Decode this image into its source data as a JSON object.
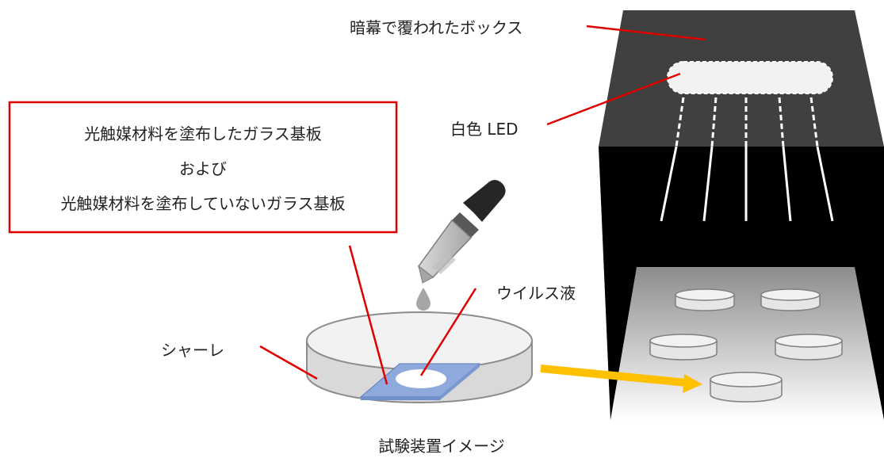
{
  "labels": {
    "box": "暗幕で覆われたボックス",
    "led": "白色 LED",
    "glass_line1": "光触媒材料を塗布したガラス基板",
    "glass_line2": "および",
    "glass_line3": "光触媒材料を塗布していないガラス基板",
    "virus": "ウイルス液",
    "dish": "シャーレ",
    "caption": "試験装置イメージ"
  },
  "colors": {
    "leader_line": "#e00000",
    "arrow": "#ffc000",
    "glass": "#8ea9db",
    "box_top": "#404040",
    "box_front": "#000000"
  },
  "icons": [
    "dropper-icon",
    "droplet-icon",
    "led-light-icon",
    "arrow-icon"
  ]
}
